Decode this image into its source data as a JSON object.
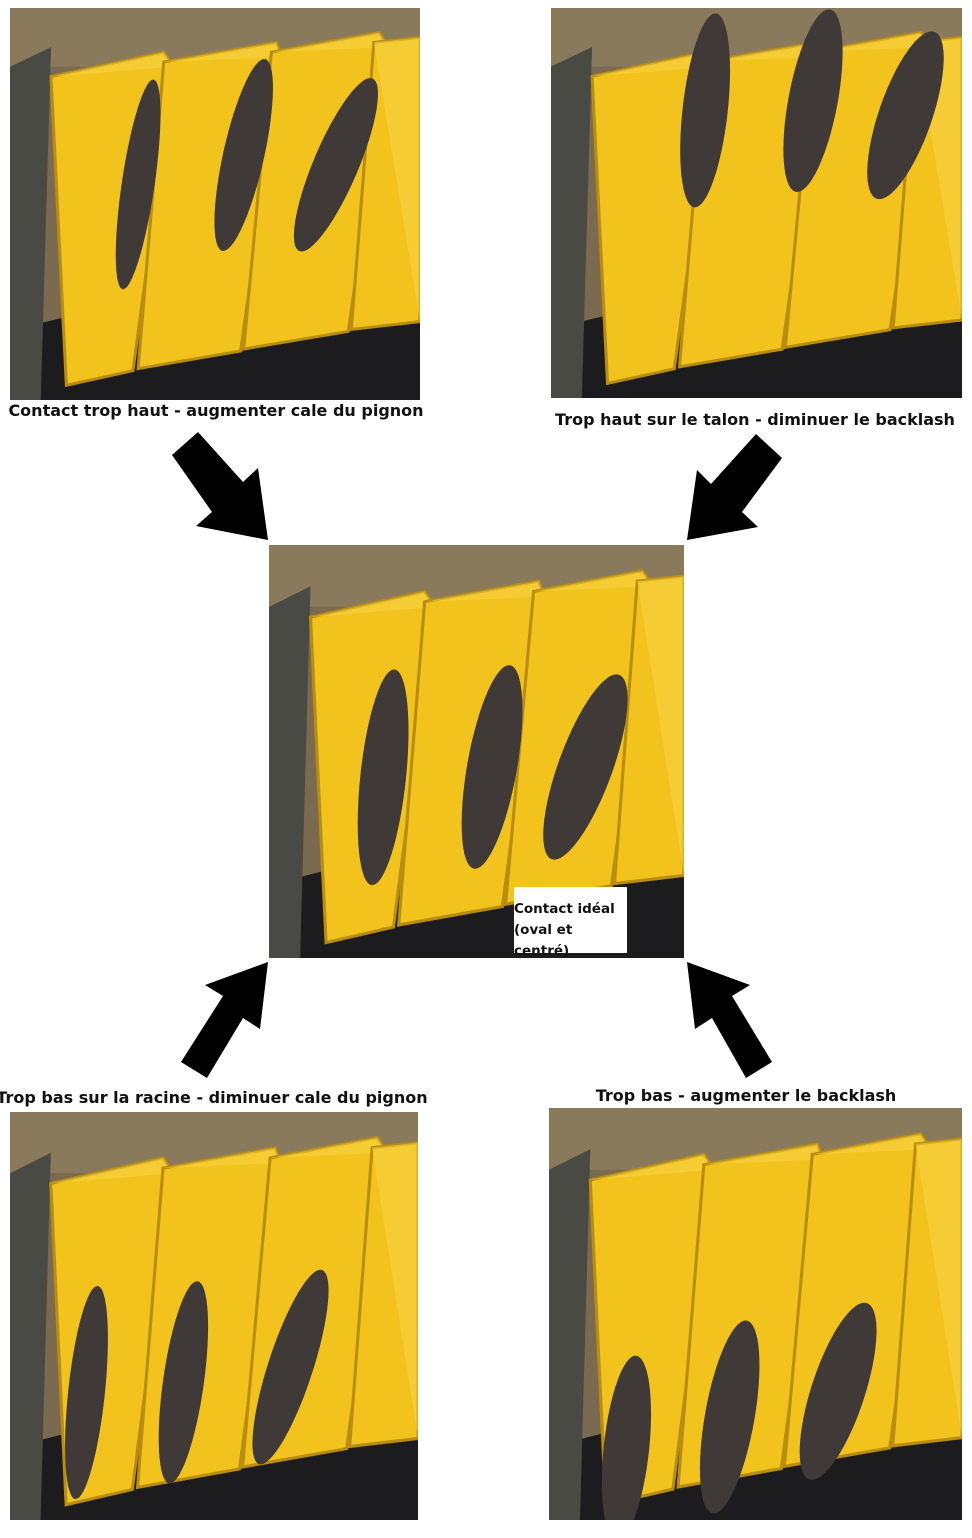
{
  "panels": [
    {
      "id": "top-left",
      "label": "Contact trop haut - augmenter cale du pignon"
    },
    {
      "id": "top-right",
      "label": "Trop haut sur le talon - diminuer le backlash"
    },
    {
      "id": "center",
      "label_line1": "Contact idéal",
      "label_line2": "(oval et centré)"
    },
    {
      "id": "bottom-left",
      "label": "Trop bas sur la racine - diminuer cale du pignon"
    },
    {
      "id": "bottom-right",
      "label": "Trop bas - augmenter le backlash"
    }
  ],
  "colors": {
    "tooth_yellow": "#f2c31c",
    "contact_patch": "#3f3a38",
    "background_brown": "#7a6a50",
    "arrow": "#000000"
  }
}
